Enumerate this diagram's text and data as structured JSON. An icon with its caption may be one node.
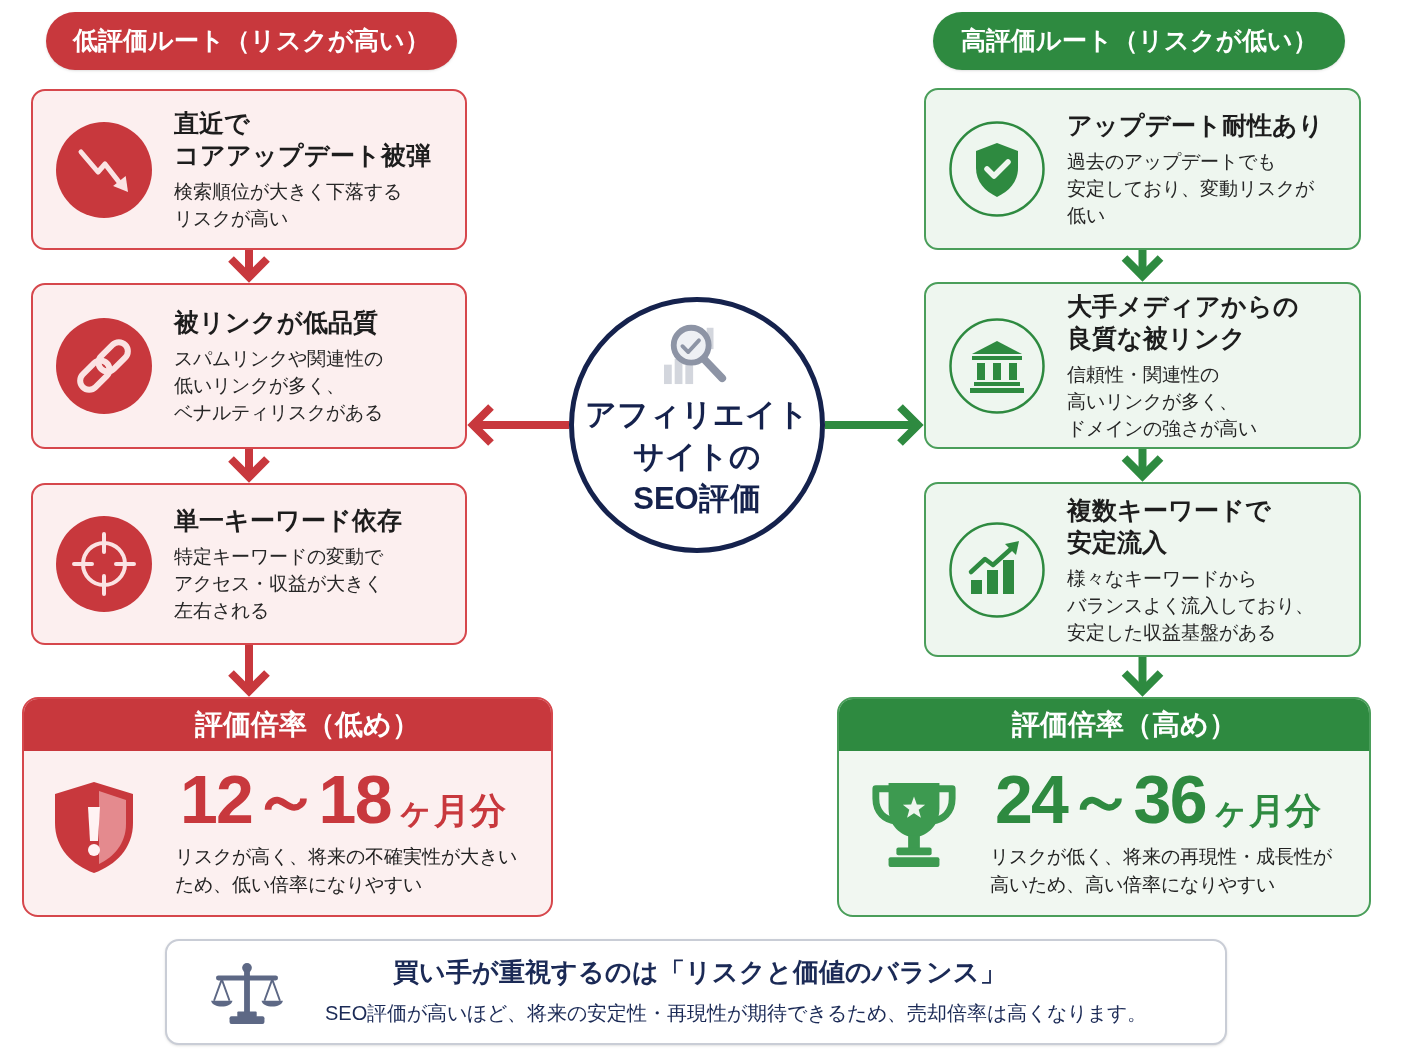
{
  "diagram": {
    "nodes": [
      {
        "text": [
          "低評価ルート（リスクが高い）"
        ]
      },
      {
        "text": [
          "直近でコアアップデート被弾",
          "検索順位が大きく下落するリスクが高い"
        ]
      },
      {
        "text": [
          "被リンクが低品質",
          "スパムリンクや関連性の低いリンクが多く、ベナルティリスクがある"
        ]
      },
      {
        "text": [
          "単一キーワード依存",
          "特定キーワードの変動でアクセス・収益が大きく左右される"
        ]
      },
      {
        "text": [
          "評価倍率（低め）",
          "12～18",
          "ヶ月分",
          "リスクが高く、将来の不確実性が大きいため、低い倍率になりやすい"
        ]
      },
      {
        "text": [
          "アフィリエイトサイトのSEO評価"
        ]
      },
      {
        "text": [
          "高評価ルート（リスクが低い）"
        ]
      },
      {
        "text": [
          "アップデート耐性あり",
          "過去のアップデートでも安定しており、変動リスクが低い"
        ]
      },
      {
        "text": [
          "大手メディアからの良質な被リンク",
          "信頼性・関連性の高いリンクが多く、ドメインの強さが高い"
        ]
      },
      {
        "text": [
          "複数キーワードで安定流入",
          "様々なキーワードからバランスよく流入しており、安定した収益基盤がある"
        ]
      },
      {
        "text": [
          "評価倍率（高め）",
          "24～36",
          "ヶ月分",
          "リスクが低く、将来の再現性・成長性が高いため、高い倍率になりやすい"
        ]
      },
      {
        "text": [
          "買い手が重視するのは「リスクと価値のバランス」",
          "SEO評価が高いほど、将来の安定性・再現性が期待できるため、売却倍率は高くなります。"
        ]
      }
    ],
    "edges": [
      {
        "from": 1,
        "to": 2,
        "arrow": "to",
        "color": "#c8383d"
      },
      {
        "from": 2,
        "to": 3,
        "arrow": "to",
        "color": "#c8383d"
      },
      {
        "from": 3,
        "to": 4,
        "arrow": "to",
        "color": "#c8383d"
      },
      {
        "from": 5,
        "to": 2,
        "arrow": "to",
        "color": "#c8383d"
      },
      {
        "from": 5,
        "to": 8,
        "arrow": "to",
        "color": "#2e8a40"
      },
      {
        "from": 7,
        "to": 8,
        "arrow": "to",
        "color": "#2e8a40"
      },
      {
        "from": 8,
        "to": 9,
        "arrow": "to",
        "color": "#2e8a40"
      },
      {
        "from": 9,
        "to": 10,
        "arrow": "to",
        "color": "#2e8a40"
      }
    ]
  }
}
